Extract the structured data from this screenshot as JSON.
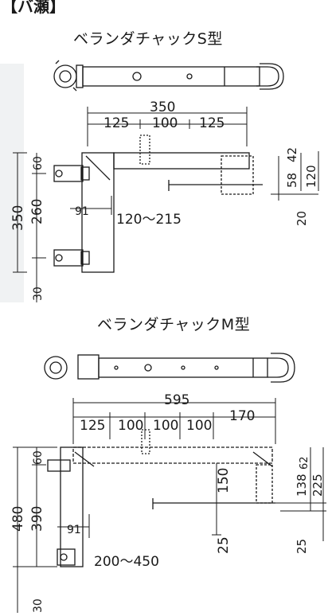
{
  "header": {
    "bracket_text": "【バ瀬】"
  },
  "diagram_s": {
    "title": "ベランダチャックS型",
    "dims": {
      "total_width": "350",
      "w1": "125",
      "w2": "100",
      "w3": "125",
      "height_total": "350",
      "height_inner": "260",
      "top_gap": "60",
      "bottom_gap": "30",
      "offset": "91",
      "range": "120〜215",
      "r1": "58",
      "r2": "42",
      "r3": "120",
      "r4": "20"
    }
  },
  "diagram_m": {
    "title": "ベランダチャックM型",
    "dims": {
      "total_width": "595",
      "w1": "125",
      "w2": "100",
      "w3": "100",
      "w4": "100",
      "w5": "170",
      "height_total": "480",
      "height_inner": "390",
      "top_gap": "60",
      "bottom_gap": "30",
      "offset": "91",
      "range": "200〜450",
      "v_mid": "150",
      "v_low": "25",
      "r1": "138",
      "r2": "62",
      "r3": "225",
      "r4": "25"
    }
  }
}
